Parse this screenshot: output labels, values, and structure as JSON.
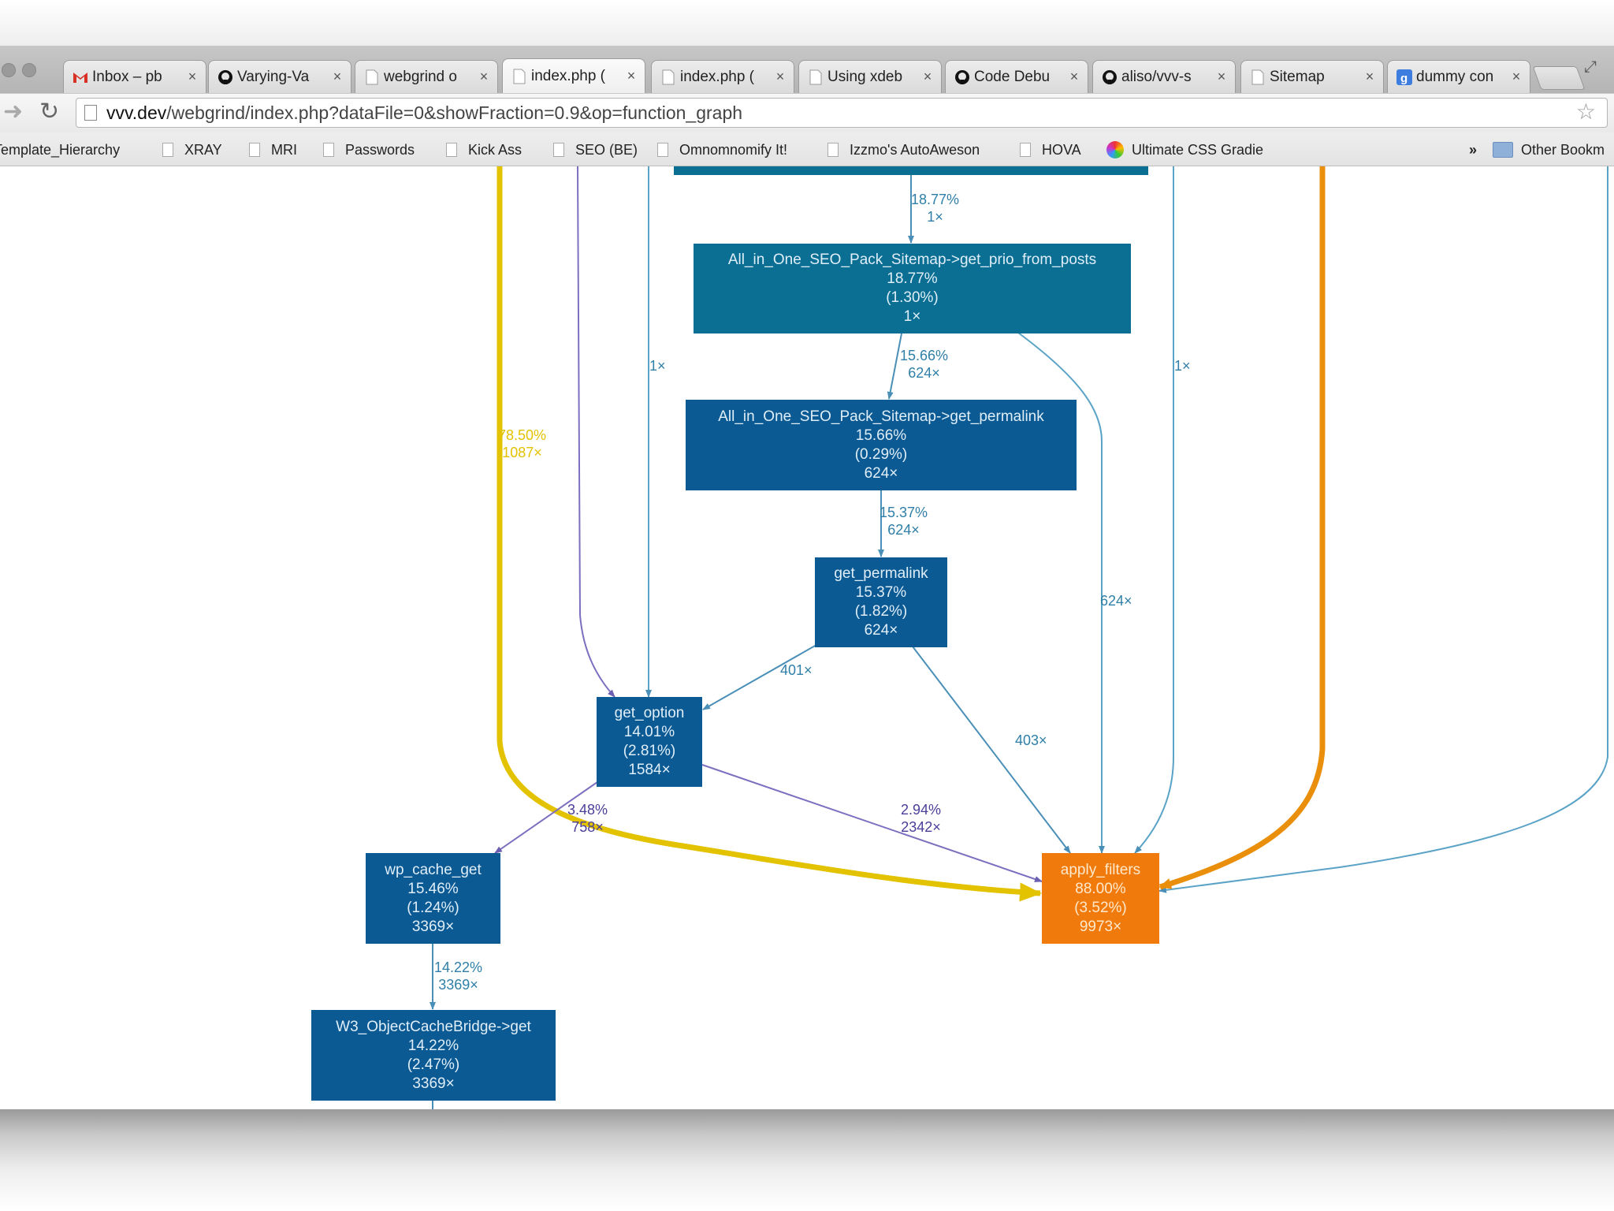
{
  "window": {
    "tabs": [
      {
        "title": "Inbox – pb",
        "icon": "gmail-icon",
        "active": false
      },
      {
        "title": "Varying-Va",
        "icon": "github-icon",
        "active": false
      },
      {
        "title": "webgrind o",
        "icon": "page-icon",
        "active": false
      },
      {
        "title": "index.php (",
        "icon": "page-icon",
        "active": true
      },
      {
        "title": "index.php (",
        "icon": "page-icon",
        "active": false
      },
      {
        "title": "Using xdeb",
        "icon": "page-icon",
        "active": false
      },
      {
        "title": "Code Debu",
        "icon": "github-icon",
        "active": false
      },
      {
        "title": "aliso/vvv-s",
        "icon": "github-icon",
        "active": false
      },
      {
        "title": "Sitemap",
        "icon": "page-icon",
        "active": false
      },
      {
        "title": "dummy con",
        "icon": "google-icon",
        "active": false
      }
    ],
    "close_glyph": "×"
  },
  "toolbar": {
    "url_host": "vvv.dev",
    "url_path": "/webgrind/index.php?dataFile=0&showFraction=0.9&op=function_graph"
  },
  "bookmarks": {
    "items": [
      {
        "label": "Template_Hierarchy",
        "icon": "none"
      },
      {
        "label": "XRAY",
        "icon": "page-icon"
      },
      {
        "label": "MRI",
        "icon": "page-icon"
      },
      {
        "label": "Passwords",
        "icon": "page-icon"
      },
      {
        "label": "Kick Ass",
        "icon": "page-icon"
      },
      {
        "label": "SEO (BE)",
        "icon": "page-icon"
      },
      {
        "label": "Omnomnomify It!",
        "icon": "page-icon"
      },
      {
        "label": "Izzmo's AutoAweson",
        "icon": "page-icon"
      },
      {
        "label": "HOVA",
        "icon": "page-icon"
      },
      {
        "label": "Ultimate CSS Gradie",
        "icon": "gradient-icon"
      }
    ],
    "overflow": "»",
    "other": "Other Bookm"
  },
  "graph": {
    "colors": {
      "dark_blue": "#0c5a93",
      "teal": "#0b6f94",
      "orange": "#f07b0c",
      "yellow_edge": "#e3c200",
      "orange_edge": "#ea8f0c",
      "blue_edge": "#5aa3c7",
      "purple_edge": "#7d6fbf"
    },
    "nodes": {
      "prio": [
        "All_in_One_SEO_Pack_Sitemap->get_prio_from_posts",
        "18.77%",
        "(1.30%)",
        "1×"
      ],
      "perm1": [
        "All_in_One_SEO_Pack_Sitemap->get_permalink",
        "15.66%",
        "(0.29%)",
        "624×"
      ],
      "perm2": [
        "get_permalink",
        "15.37%",
        "(1.82%)",
        "624×"
      ],
      "opt": [
        "get_option",
        "14.01%",
        "(2.81%)",
        "1584×"
      ],
      "cache": [
        "wp_cache_get",
        "15.46%",
        "(1.24%)",
        "3369×"
      ],
      "w3": [
        "W3_ObjectCacheBridge->get",
        "14.22%",
        "(2.47%)",
        "3369×"
      ],
      "af": [
        "apply_filters",
        "88.00%",
        "(3.52%)",
        "9973×"
      ]
    },
    "edges": {
      "to_prio": [
        "18.77%",
        "1×"
      ],
      "prio_perm1": [
        "15.66%",
        "624×"
      ],
      "perm1_perm2": [
        "15.37%",
        "624×"
      ],
      "perm2_opt": [
        "401×"
      ],
      "perm2_af": [
        "403×"
      ],
      "prio_af": [
        "624×"
      ],
      "left_opt": [
        "1×"
      ],
      "right_af": [
        "1×"
      ],
      "yellow_af": [
        "78.50%",
        "1087×"
      ],
      "opt_cache": [
        "3.48%",
        "758×"
      ],
      "opt_af": [
        "2.94%",
        "2342×"
      ],
      "cache_w3": [
        "14.22%",
        "3369×"
      ]
    }
  }
}
